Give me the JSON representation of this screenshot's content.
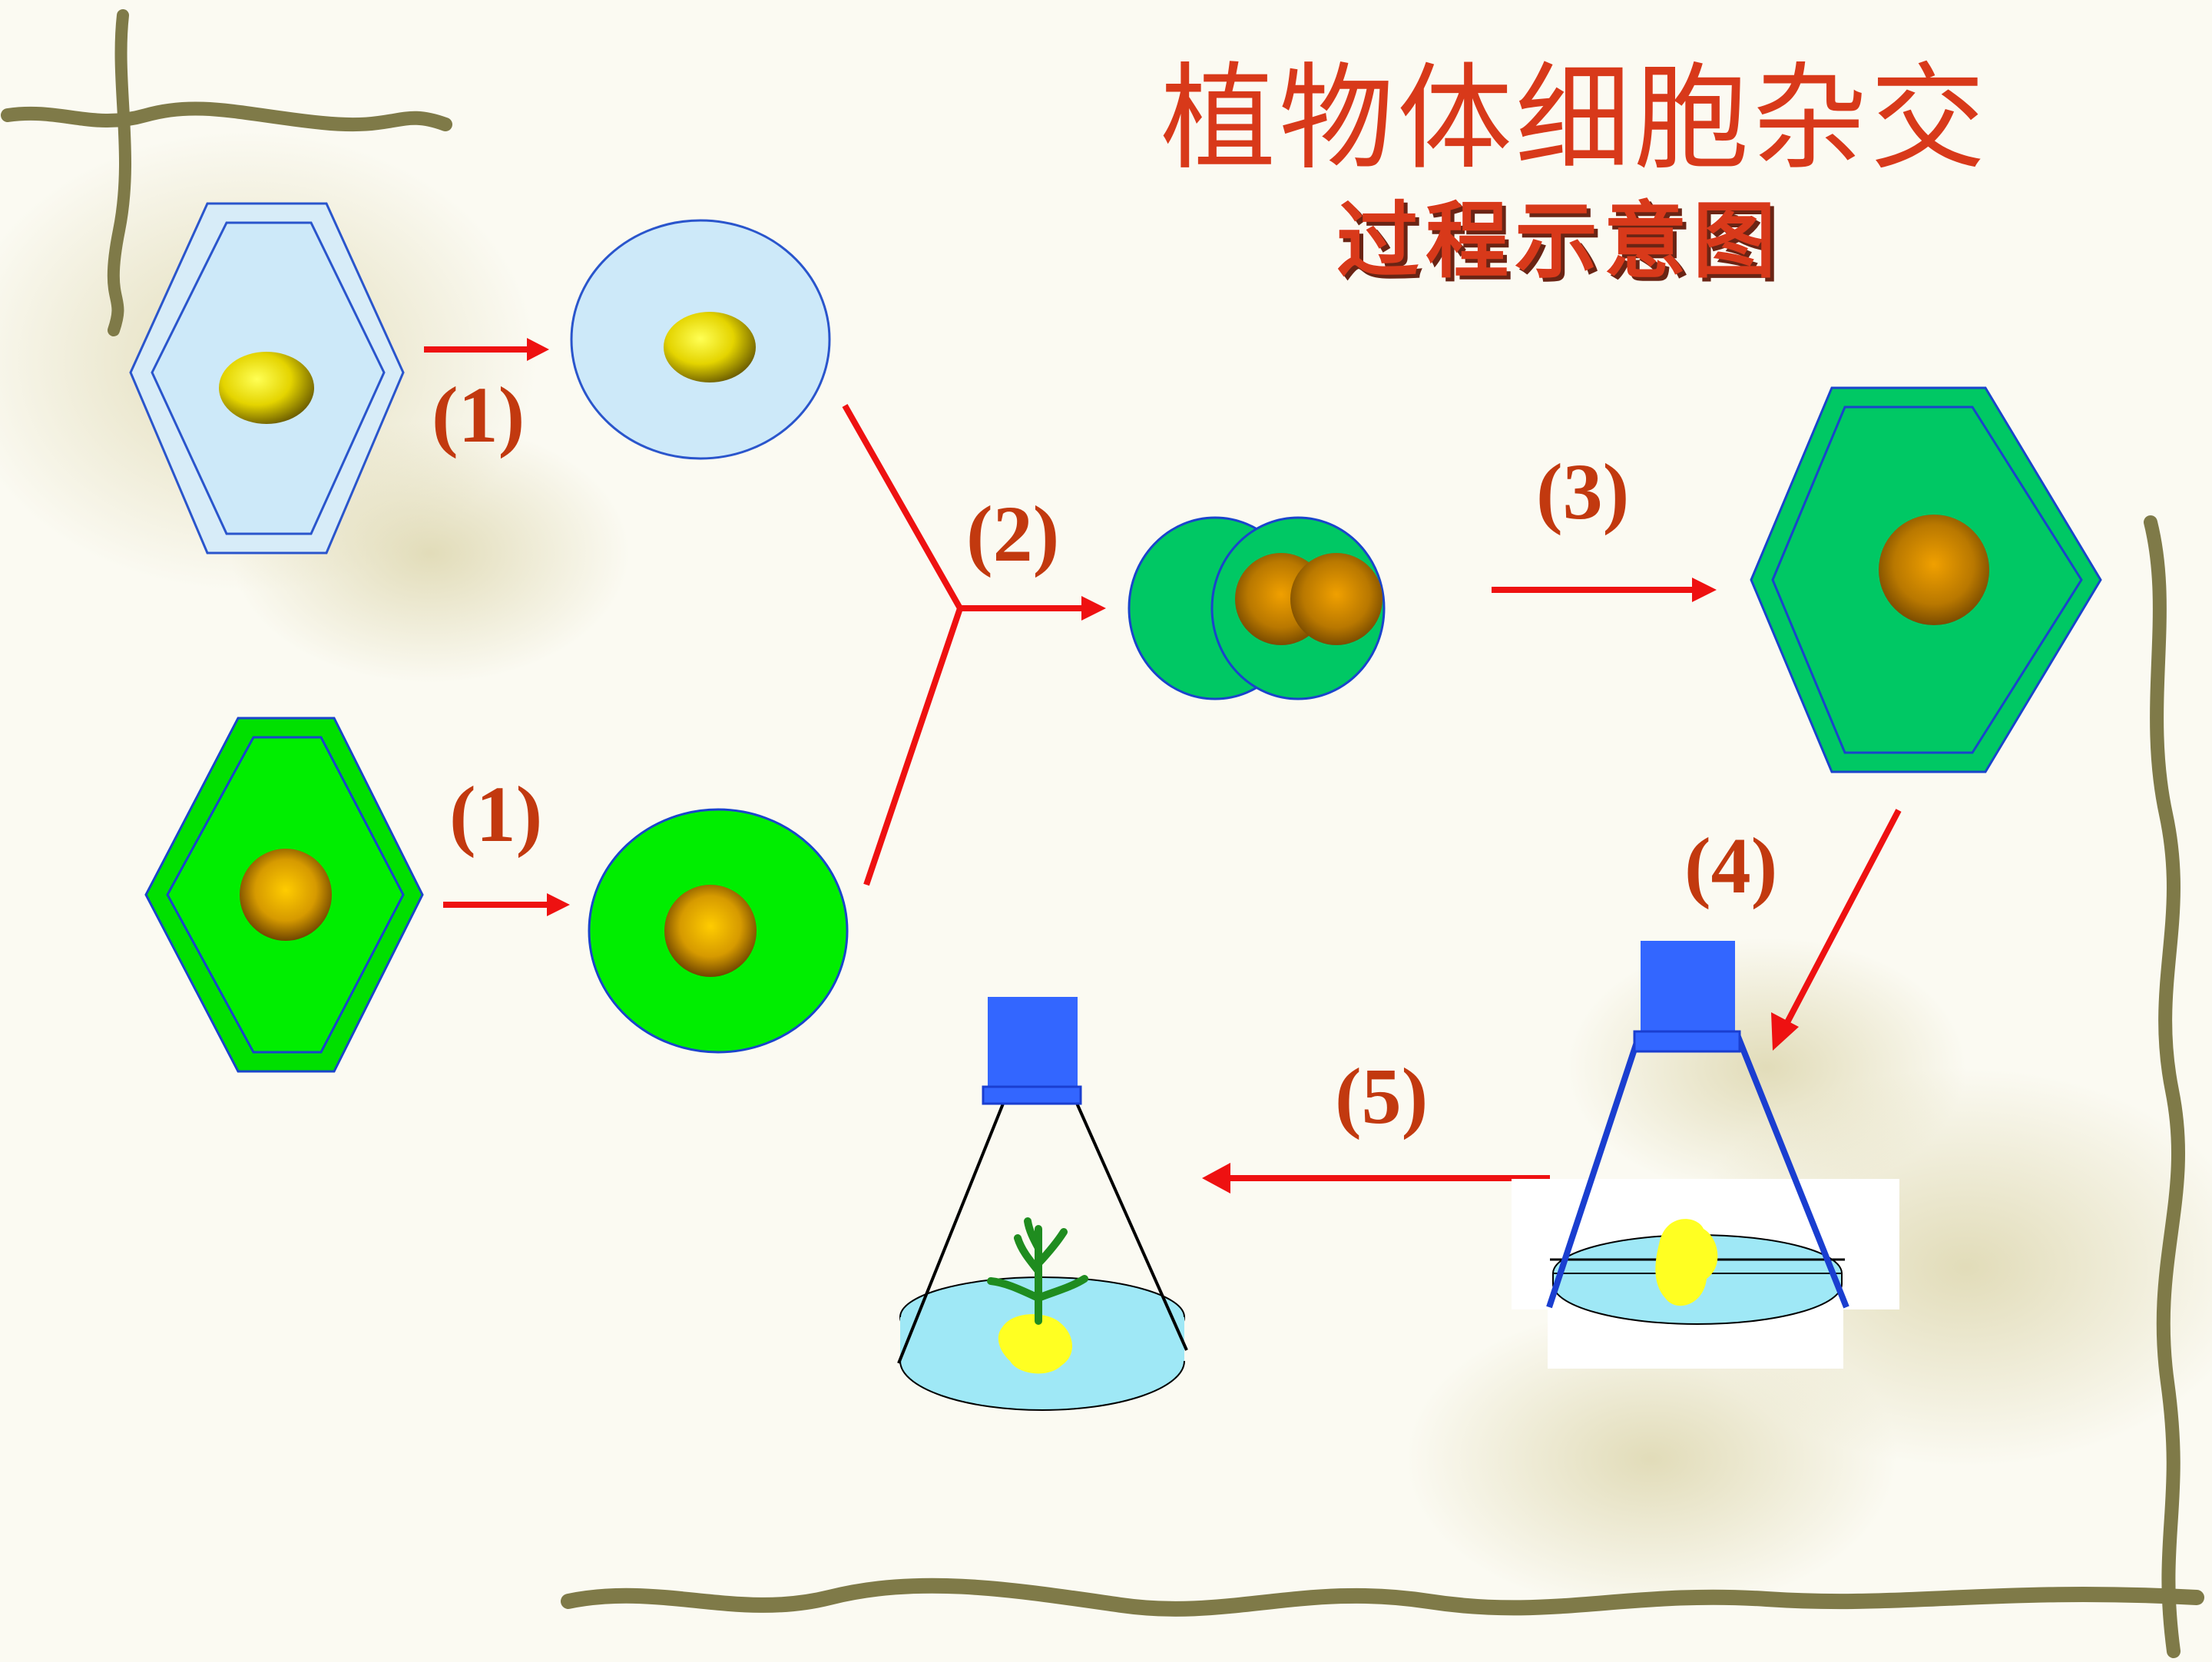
{
  "title": "植物体细胞杂交",
  "subtitle": "过程示意图",
  "steps": {
    "s1a": "(1)",
    "s1b": "(1)",
    "s2": "(2)",
    "s3": "(3)",
    "s4": "(4)",
    "s5": "(5)"
  },
  "colors": {
    "text_red": "#c2390f",
    "arrow_red": "#ee1111",
    "cell_a_fill": "#cde9f9",
    "cell_b_fill": "#00ee00",
    "hybrid_fill": "#00c864",
    "flask_cap": "#3366ff",
    "medium": "#9fe8f6",
    "callus": "#ffff22",
    "seedling": "#1f8c1f"
  }
}
